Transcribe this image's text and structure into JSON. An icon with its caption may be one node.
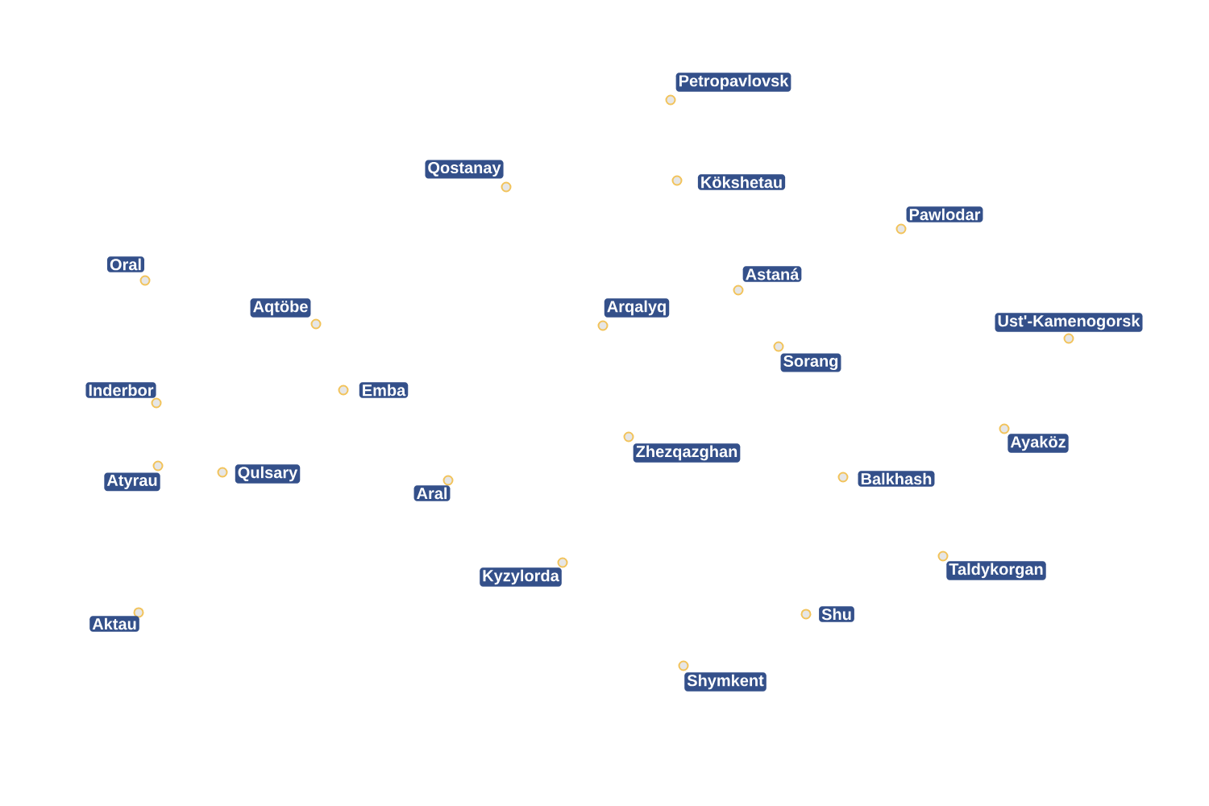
{
  "diagram": {
    "nodes": [
      {
        "text": [],
        "shape": "circle",
        "beside": [
          "Petropavlovsk"
        ]
      },
      {
        "text": [],
        "shape": "circle",
        "beside": [
          "Qostanay"
        ]
      },
      {
        "text": [],
        "shape": "circle",
        "beside": [
          "Kökshetau"
        ]
      },
      {
        "text": [],
        "shape": "circle",
        "beside": [
          "Pawlodar"
        ]
      },
      {
        "text": [],
        "shape": "circle",
        "beside": [
          "Oral"
        ]
      },
      {
        "text": [],
        "shape": "circle",
        "beside": [
          "Astaná"
        ]
      },
      {
        "text": [],
        "shape": "circle",
        "beside": [
          "Aqtöbe"
        ]
      },
      {
        "text": [],
        "shape": "circle",
        "beside": [
          "Arqalyq"
        ]
      },
      {
        "text": [],
        "shape": "circle",
        "beside": [
          "Ust'-Kamenogorsk"
        ]
      },
      {
        "text": [],
        "shape": "circle",
        "beside": [
          "Sorang"
        ]
      },
      {
        "text": [],
        "shape": "circle",
        "beside": [
          "Inderbor"
        ]
      },
      {
        "text": [],
        "shape": "circle",
        "beside": [
          "Emba"
        ]
      },
      {
        "text": [],
        "shape": "circle",
        "beside": [
          "Zhezqazghan"
        ]
      },
      {
        "text": [],
        "shape": "circle",
        "beside": [
          "Ayaköz"
        ]
      },
      {
        "text": [],
        "shape": "circle",
        "beside": [
          "Atyrau"
        ]
      },
      {
        "text": [],
        "shape": "circle",
        "beside": [
          "Qulsary"
        ]
      },
      {
        "text": [],
        "shape": "circle",
        "beside": [
          "Balkhash"
        ]
      },
      {
        "text": [],
        "shape": "circle",
        "beside": [
          "Aral"
        ]
      },
      {
        "text": [],
        "shape": "circle",
        "beside": [
          "Taldykorgan"
        ]
      },
      {
        "text": [],
        "shape": "circle",
        "beside": [
          "Kyzylorda"
        ]
      },
      {
        "text": [],
        "shape": "circle",
        "beside": [
          "Aktau"
        ]
      },
      {
        "text": [],
        "shape": "circle",
        "beside": [
          "Shu"
        ]
      },
      {
        "text": [],
        "shape": "circle",
        "beside": [
          "Shymkent"
        ]
      }
    ]
  }
}
